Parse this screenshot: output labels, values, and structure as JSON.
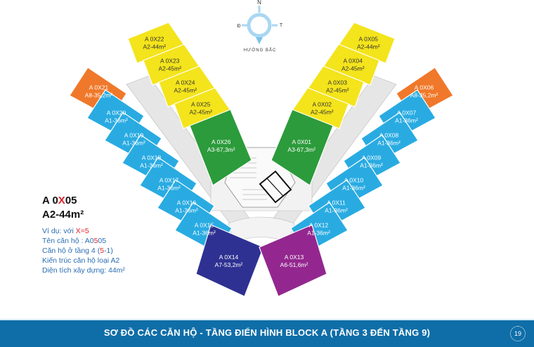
{
  "compass": {
    "north": "N",
    "west": "Đ",
    "east": "T",
    "label": "HƯỚNG BẮC"
  },
  "colors": {
    "yellow": "#f4e41c",
    "blue": "#29abe2",
    "orange": "#f0782a",
    "green": "#2c9b3b",
    "navy": "#2e3192",
    "purple": "#93278f",
    "footer": "#0f6ea8"
  },
  "left_wing": {
    "outer": [
      {
        "name": "A 0X21",
        "area": "A8-35,2m²",
        "color": "orange"
      },
      {
        "name": "A 0X20",
        "area": "A1-36m²",
        "color": "blue"
      },
      {
        "name": "A 0X19",
        "area": "A1-36m²",
        "color": "blue"
      },
      {
        "name": "A 0X18",
        "area": "A1-36m²",
        "color": "blue"
      },
      {
        "name": "A 0X17",
        "area": "A1-36m²",
        "color": "blue"
      },
      {
        "name": "A 0X16",
        "area": "A1-36m²",
        "color": "blue"
      },
      {
        "name": "A 0X15",
        "area": "A1-36m²",
        "color": "blue"
      },
      {
        "name": "A 0X14",
        "area": "A7-53,2m²",
        "color": "navy"
      }
    ],
    "inner": [
      {
        "name": "A 0X22",
        "area": "A2-44m²",
        "color": "yellow"
      },
      {
        "name": "A 0X23",
        "area": "A2-45m²",
        "color": "yellow"
      },
      {
        "name": "A 0X24",
        "area": "A2-45m²",
        "color": "yellow"
      },
      {
        "name": "A 0X25",
        "area": "A2-45m²",
        "color": "yellow"
      },
      {
        "name": "A 0X26",
        "area": "A3-67,3m²",
        "color": "green"
      }
    ]
  },
  "right_wing": {
    "outer": [
      {
        "name": "A 0X06",
        "area": "A8-35,2m²",
        "color": "orange"
      },
      {
        "name": "A 0X07",
        "area": "A1-36m²",
        "color": "blue"
      },
      {
        "name": "A 0X08",
        "area": "A1-36m²",
        "color": "blue"
      },
      {
        "name": "A 0X09",
        "area": "A1-36m²",
        "color": "blue"
      },
      {
        "name": "A 0X10",
        "area": "A1-36m²",
        "color": "blue"
      },
      {
        "name": "A 0X11",
        "area": "A1-36m²",
        "color": "blue"
      },
      {
        "name": "A 0X12",
        "area": "A1-36m²",
        "color": "blue"
      },
      {
        "name": "A 0X13",
        "area": "A6-51,6m²",
        "color": "purple"
      }
    ],
    "inner": [
      {
        "name": "A 0X05",
        "area": "A2-44m²",
        "color": "yellow"
      },
      {
        "name": "A 0X04",
        "area": "A2-45m²",
        "color": "yellow"
      },
      {
        "name": "A 0X03",
        "area": "A2-45m²",
        "color": "yellow"
      },
      {
        "name": "A 0X02",
        "area": "A2-45m²",
        "color": "yellow"
      },
      {
        "name": "A 0X01",
        "area": "A3-67,3m²",
        "color": "green"
      }
    ]
  },
  "legend": {
    "code_prefix": "A 0",
    "code_x": "X",
    "code_suffix": "05",
    "type": "A2-44m²",
    "example_prefix": "Ví dụ: với ",
    "example_value": "X=5",
    "name_prefix": "Tên căn hộ : A0",
    "name_red": "5",
    "name_suffix": "05",
    "floor_prefix": "Căn hộ ở tầng 4 (",
    "floor_red": "5",
    "floor_suffix": "-1)",
    "architecture": "Kiến trúc căn hộ loại A2",
    "area": "Diện tích xây dựng: 44m²"
  },
  "footer": {
    "title": "SƠ ĐỒ CÁC CĂN HỘ  - TẦNG ĐIỂN HÌNH BLOCK A (TẦNG 3 ĐẾN TẦNG 9)",
    "page": "19"
  }
}
